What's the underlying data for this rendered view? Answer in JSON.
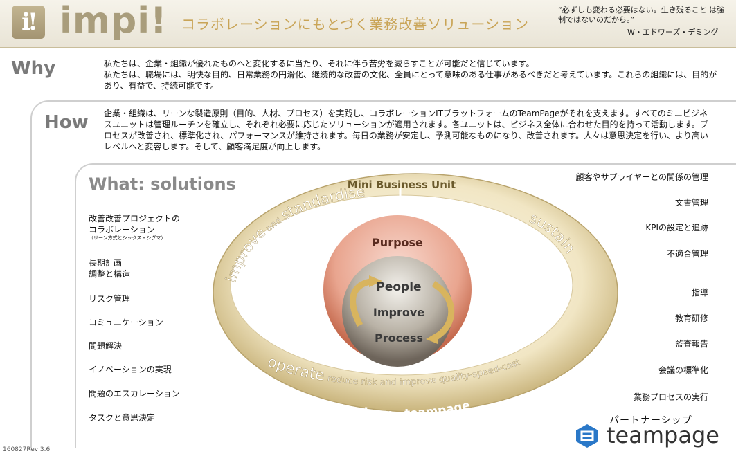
{
  "header": {
    "logo_mark": "i!",
    "logo_word": "impi!",
    "tagline": "コラボレーションにもとづく業務改善ソリューション",
    "quote": "“必ずしも変わる必要はない。生き残ること は強制ではないのだから。”",
    "quote_author": "W・エドワーズ・デミング"
  },
  "why": {
    "title": "Why",
    "line1": "私たちは、企業・組織が優れたものへと変化するに当たり、それに伴う苦労を減らすことが可能だと信じています。",
    "line2": "私たちは、職場には、明快な目的、日常業務の円滑化、継続的な改善の文化、全員にとって意味のある仕事があるべきだと考えています。これらの組織には、目的があり、有益で、持続可能です。"
  },
  "how": {
    "title": "How",
    "text": "企業・組織は、リーンな製造原則（目的、人材、プロセス）を実践し、コラボレーションITプラットフォームのTeamPageがそれを支えます。すべてのミニビジネスユニットは管理ルーチンを確立し、それぞれ必要に応じたソリューションが適用されます。各ユニットは、ビジネス全体に合わせた目的を持って活動します。プロセスが改善され、標準化され、パフォーマンスが維持されます。毎日の業務が安定し、予測可能なものになり、改善されます。人々は意思決定を行い、より高いレベルへと変容します。そして、顧客満足度が向上します。"
  },
  "what": {
    "title": "What: solutions",
    "left_items": [
      {
        "label": "改善改善プロジェクトの\nコラボレーション",
        "note": "（リーン方式とシックス・シグマ）"
      },
      {
        "label": "長期計画\n調整と構造",
        "note": ""
      },
      {
        "label": "リスク管理",
        "note": ""
      },
      {
        "label": "コミュニケーション",
        "note": ""
      },
      {
        "label": "問題解決",
        "note": ""
      },
      {
        "label": "イノベーションの実現",
        "note": ""
      },
      {
        "label": "問題のエスカレーション",
        "note": ""
      },
      {
        "label": "タスクと意思決定",
        "note": ""
      }
    ],
    "right_items": [
      "顧客やサプライヤーとの関係の管理",
      "文書管理",
      "KPIの設定と追跡",
      "不適合管理",
      "指導",
      "教育研修",
      "監査報告",
      "会議の標準化",
      "業務プロセスの実行"
    ]
  },
  "diagram": {
    "unit_label": "Mini Business Unit",
    "improve_label": "improve",
    "and_label": "and",
    "standardise_label": "standardise",
    "sustain_label": "sustain",
    "operate_label": "operate",
    "operate_sub": "reduce risk and improve quality-speed-cost",
    "technology_label": "technology - teampage",
    "purpose_label": "Purpose",
    "people_label": "People",
    "improve_center": "Improve",
    "process_label": "Process"
  },
  "footer": {
    "partner": "パートナーシップ",
    "teampage_logo": "teampage",
    "revision": "160827Rev 3.6"
  }
}
